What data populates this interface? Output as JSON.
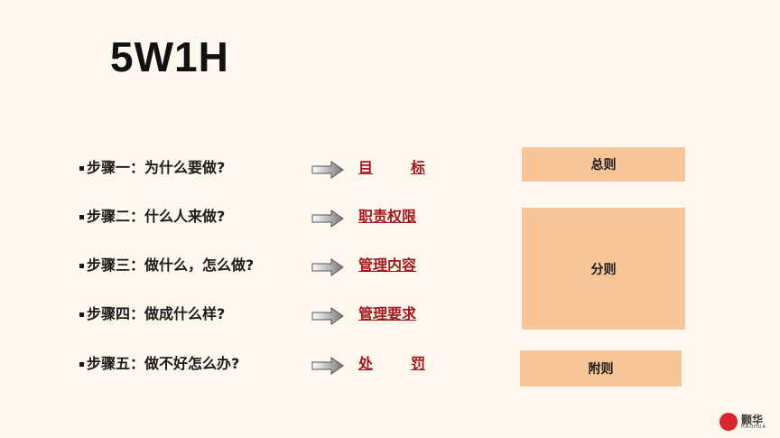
{
  "title": "5W1H",
  "steps": [
    {
      "label": "步骤一：为什么要做?",
      "target": [
        "目",
        "标"
      ]
    },
    {
      "label": "步骤二：什么人来做?",
      "target": [
        "职责权限"
      ]
    },
    {
      "label": "步骤三：做什么，怎么做?",
      "target": [
        "管理内容"
      ]
    },
    {
      "label": "步骤四：做成什么样?",
      "target": [
        "管理要求"
      ]
    },
    {
      "label": "步骤五：做不好怎么办?",
      "target": [
        "处",
        "罚"
      ]
    }
  ],
  "sections": {
    "general": "总则",
    "detail": "分则",
    "supplementary": "附则"
  },
  "logo": {
    "cn": "颢华",
    "en": "HAOHUA"
  },
  "colors": {
    "background": "#fef8ee",
    "box": "#f8c598",
    "link": "#a5161b"
  }
}
